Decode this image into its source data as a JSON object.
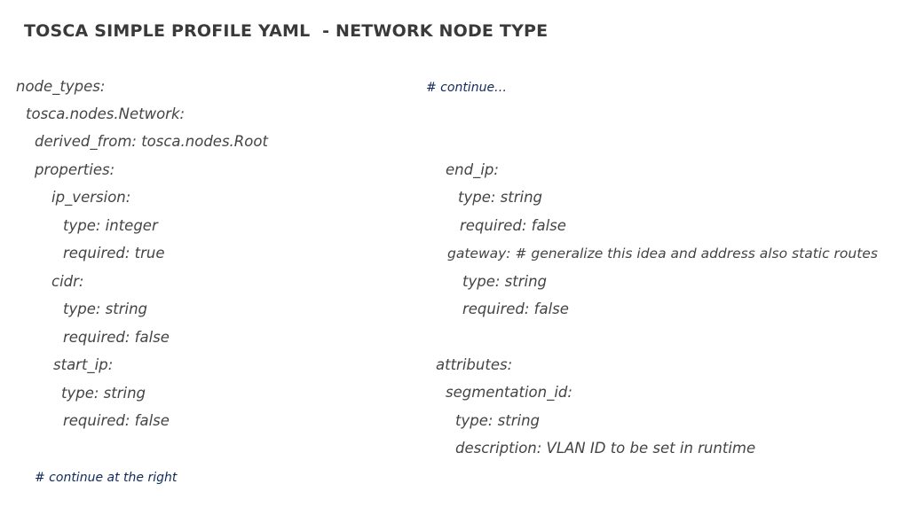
{
  "title": "TOSCA SIMPLE PROFILE YAML  - NETWORK NODE TYPE",
  "left_column": {
    "lines": [
      "node_types:",
      "tosca.nodes.Network:",
      "derived_from: tosca.nodes.Root",
      "properties:",
      "ip_version:",
      "type: integer",
      "required: true",
      "cidr:",
      "type: string",
      "required: false",
      "start_ip:",
      "type: string",
      "required: false"
    ],
    "footer_comment": "# continue at the right"
  },
  "right_column": {
    "header_comment": "# continue…",
    "lines": [
      "end_ip:",
      "type: string",
      "required: false",
      "gateway: # generalize this idea and address also static routes",
      "type: string",
      "required: false",
      "attributes:",
      "segmentation_id:",
      "type: string",
      "description: VLAN ID to be set in runtime"
    ]
  }
}
